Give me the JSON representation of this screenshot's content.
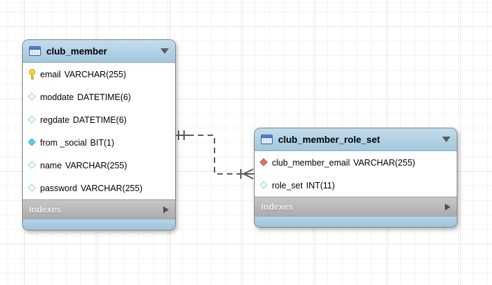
{
  "diagram": {
    "tables": [
      {
        "name": "club_member",
        "indexes_label": "Indexes",
        "columns": [
          {
            "name": "email",
            "type": "VARCHAR(255)",
            "icon": "key",
            "icon_meaning": "primary-key"
          },
          {
            "name": "moddate",
            "type": "DATETIME(6)",
            "icon": "diamond-outline",
            "icon_meaning": "nullable-column"
          },
          {
            "name": "regdate",
            "type": "DATETIME(6)",
            "icon": "diamond-outline",
            "icon_meaning": "nullable-column"
          },
          {
            "name": "from _social",
            "type": "BIT(1)",
            "icon": "diamond-filled",
            "icon_meaning": "not-null-column"
          },
          {
            "name": "name",
            "type": "VARCHAR(255)",
            "icon": "diamond-outline",
            "icon_meaning": "nullable-column"
          },
          {
            "name": "password",
            "type": "VARCHAR(255)",
            "icon": "diamond-outline",
            "icon_meaning": "nullable-column"
          }
        ]
      },
      {
        "name": "club_member_role_set",
        "indexes_label": "Indexes",
        "columns": [
          {
            "name": "club_member_email",
            "type": "VARCHAR(255)",
            "icon": "diamond-fk",
            "icon_meaning": "foreign-key-column"
          },
          {
            "name": "role_set",
            "type": "INT(11)",
            "icon": "diamond-outline",
            "icon_meaning": "nullable-column"
          }
        ]
      }
    ],
    "relationship": {
      "from_table": "club_member",
      "to_table": "club_member_role_set",
      "from_cardinality": "one (double tick)",
      "to_cardinality": "many (tick + crow's foot)",
      "line_style": "dashed (non-identifying)"
    },
    "icons": {
      "table_icon": "table-grid-icon",
      "header_collapse": "triangle-down-icon",
      "indexes_expand": "triangle-right-icon"
    },
    "colors": {
      "table_header_blue": "#a3c7dd",
      "table_footer_blue": "#9fc3d9",
      "indexes_bar_gray": "#b4b4b4",
      "body_background": "#ffffff",
      "connector_gray": "#5a5a5a",
      "primary_key_gold": "#f6d43c",
      "nullable_diamond_cyan": "#82d2da",
      "not_null_diamond_cyan": "#57d0dd",
      "foreign_key_diamond_red": "#dd7a6e"
    }
  }
}
